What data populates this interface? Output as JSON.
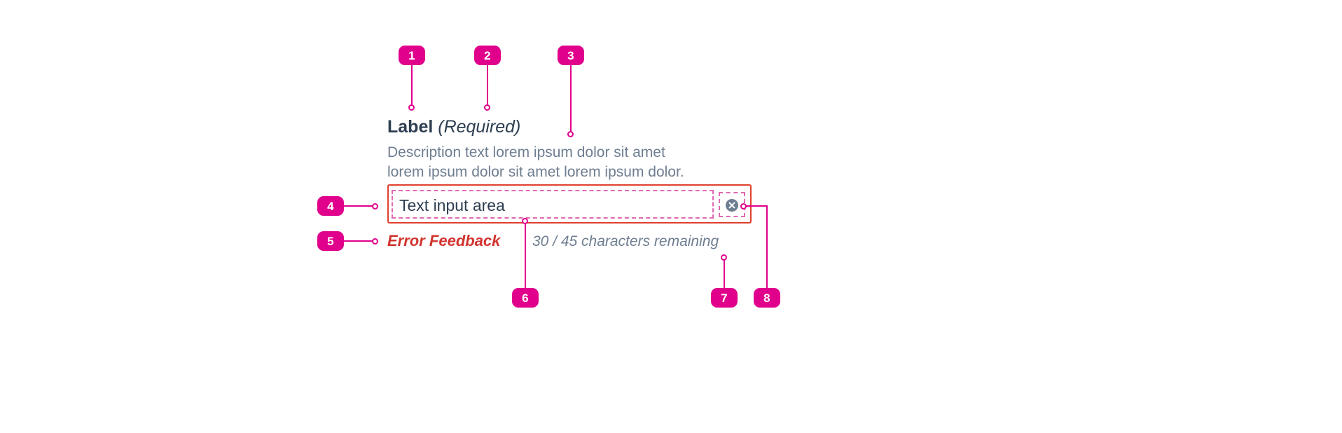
{
  "component": {
    "label_main": "Label",
    "label_required": "(Required)",
    "description": "Description text lorem ipsum dolor sit amet\nlorem ipsum dolor sit amet lorem ipsum dolor.",
    "input_value": "Text input area",
    "clear_icon_name": "clear-circle-x-icon",
    "error_feedback": "Error Feedback",
    "character_counter": "30 / 45 characters remaining"
  },
  "callouts": [
    {
      "number": "1",
      "target": "label-text"
    },
    {
      "number": "2",
      "target": "required-indicator"
    },
    {
      "number": "3",
      "target": "description-text"
    },
    {
      "number": "4",
      "target": "text-input-field"
    },
    {
      "number": "5",
      "target": "error-feedback-text"
    },
    {
      "number": "6",
      "target": "input-container"
    },
    {
      "number": "7",
      "target": "character-counter"
    },
    {
      "number": "8",
      "target": "clear-button"
    }
  ],
  "colors": {
    "callout": "#e0008c",
    "label": "#2d3e50",
    "description": "#6e7e91",
    "error_border": "#e0402e",
    "error_text": "#d1342f",
    "annotation_dashed": "#e06ab0",
    "background": "#ffffff"
  }
}
